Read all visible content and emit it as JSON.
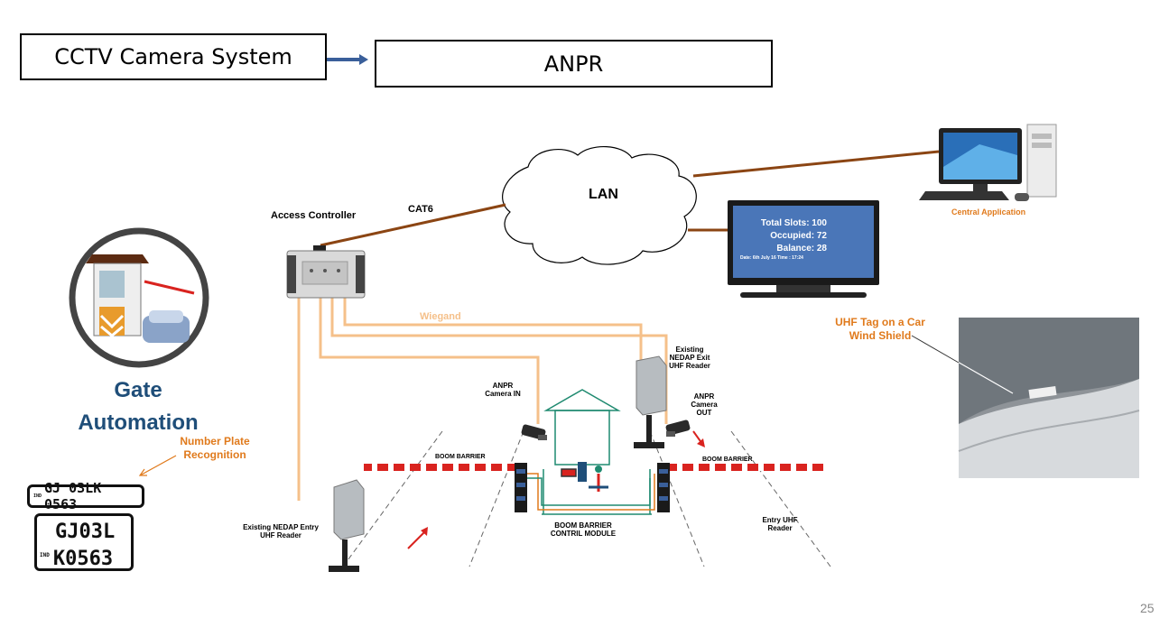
{
  "header": {
    "cctv_label": "CCTV Camera System",
    "anpr_label": "ANPR"
  },
  "network": {
    "lan_label": "LAN",
    "cat6_label": "CAT6",
    "wiegand_label": "Wiegand",
    "access_controller_label": "Access Controller",
    "central_application_label": "Central Application"
  },
  "display": {
    "total_slots": "Total Slots: 100",
    "occupied": "Occupied: 72",
    "balance": "Balance: 28",
    "date_line": "Date: 6th July 16 Time : 17:24"
  },
  "gate": {
    "title_line1": "Gate",
    "title_line2": "Automation",
    "number_plate_label": "Number Plate Recognition",
    "plate_long": "GJ 03LK 0563",
    "plate_square_line1": "GJ03L",
    "plate_square_line2": "K0563",
    "plate_country": "IND"
  },
  "site": {
    "anpr_camera_in": "ANPR Camera IN",
    "anpr_camera_out": "ANPR Camera OUT",
    "existing_exit_reader": "Existing NEDAP Exit UHF Reader",
    "existing_entry_reader": "Existing NEDAP Entry UHF Reader",
    "entry_uhf_reader": "Entry UHF Reader",
    "boom_barrier_left": "BOOM BARRIER",
    "boom_barrier_right": "BOOM BARRIER",
    "boom_control_module": "BOOM BARRIER CONTRIL MODULE",
    "uhf_tag_label": "UHF Tag on a Car Wind Shield"
  },
  "colors": {
    "network_cable": "#8b4513",
    "wiegand_cable": "#f5c08a",
    "accent_orange": "#e07a1c",
    "gate_title": "#1f4e79",
    "screen_blue": "#4a76b8",
    "barrier_red": "#d9231f"
  },
  "page_number": "25"
}
